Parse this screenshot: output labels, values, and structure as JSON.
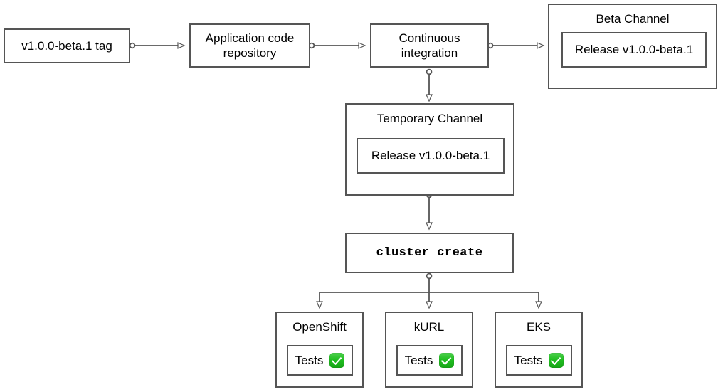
{
  "diagram": {
    "type": "flowchart",
    "title": "",
    "colors": {
      "stroke": "#555555",
      "background": "#ffffff",
      "text": "#000000",
      "success": "#21bf21"
    },
    "nodes": {
      "tag": {
        "label": "v1.0.0-beta.1 tag"
      },
      "repo": {
        "label": "Application code repository"
      },
      "ci": {
        "label": "Continuous integration"
      },
      "beta_channel": {
        "title": "Beta Channel",
        "release_label": "Release v1.0.0-beta.1"
      },
      "temporary_channel": {
        "title": "Temporary Channel",
        "release_label": "Release v1.0.0-beta.1"
      },
      "cluster_create": {
        "label": "cluster create"
      },
      "openshift": {
        "title": "OpenShift",
        "tests_label": "Tests",
        "status_icon": "check-mark-button-icon"
      },
      "kurl": {
        "title": "kURL",
        "tests_label": "Tests",
        "status_icon": "check-mark-button-icon"
      },
      "eks": {
        "title": "EKS",
        "tests_label": "Tests",
        "status_icon": "check-mark-button-icon"
      }
    },
    "edges": [
      {
        "from": "tag",
        "to": "repo",
        "label": ""
      },
      {
        "from": "repo",
        "to": "ci",
        "label": ""
      },
      {
        "from": "ci",
        "to": "beta_channel",
        "label": ""
      },
      {
        "from": "ci",
        "to": "temporary_channel",
        "label": ""
      },
      {
        "from": "temporary_channel",
        "to": "cluster_create",
        "label": ""
      },
      {
        "from": "cluster_create",
        "to": "openshift",
        "label": ""
      },
      {
        "from": "cluster_create",
        "to": "kurl",
        "label": ""
      },
      {
        "from": "cluster_create",
        "to": "eks",
        "label": ""
      }
    ]
  }
}
